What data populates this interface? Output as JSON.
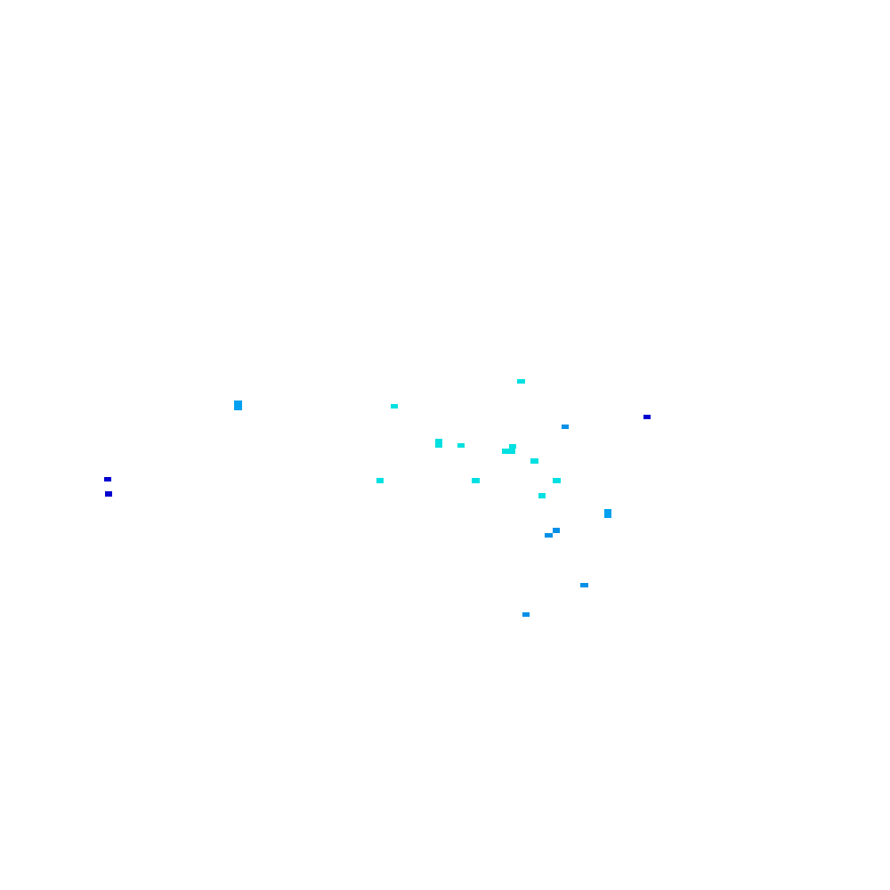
{
  "palette": {
    "background": "#ffffff",
    "cyan": "#00e0e0",
    "sky": "#00a0f0",
    "azure": "#0090e8",
    "blue": "#0000d0"
  },
  "markers": [
    {
      "color_key": "cyan"
    },
    {
      "color_key": "cyan"
    },
    {
      "color_key": "cyan"
    },
    {
      "color_key": "cyan"
    },
    {
      "color_key": "cyan"
    },
    {
      "color_key": "cyan"
    },
    {
      "color_key": "cyan"
    },
    {
      "color_key": "cyan"
    },
    {
      "color_key": "cyan"
    },
    {
      "color_key": "cyan"
    },
    {
      "color_key": "cyan"
    },
    {
      "color_key": "sky"
    },
    {
      "color_key": "sky"
    },
    {
      "color_key": "azure"
    },
    {
      "color_key": "azure"
    },
    {
      "color_key": "azure"
    },
    {
      "color_key": "azure"
    },
    {
      "color_key": "azure"
    },
    {
      "color_key": "blue"
    },
    {
      "color_key": "blue"
    },
    {
      "color_key": "blue"
    }
  ]
}
